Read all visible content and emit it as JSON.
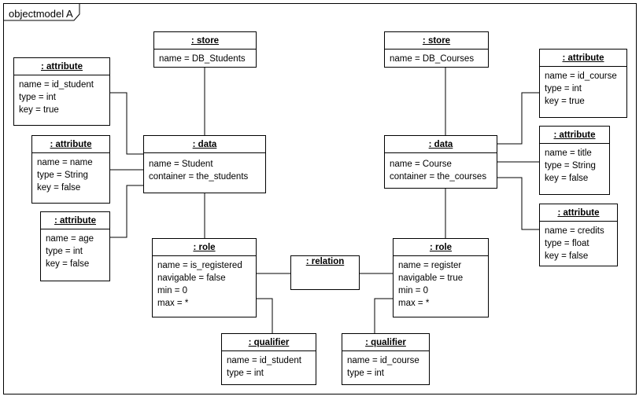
{
  "frame": {
    "title": "objectmodel A"
  },
  "objects": {
    "store_students": {
      "title": ": store",
      "lines": [
        "name = DB_Students"
      ]
    },
    "attr_id_student": {
      "title": ": attribute",
      "lines": [
        "name = id_student",
        "type = int",
        "key = true"
      ]
    },
    "attr_name": {
      "title": ": attribute",
      "lines": [
        "name = name",
        "type = String",
        "key = false"
      ]
    },
    "attr_age": {
      "title": ": attribute",
      "lines": [
        "name = age",
        "type = int",
        "key = false"
      ]
    },
    "data_student": {
      "title": ": data",
      "lines": [
        "name = Student",
        "container = the_students"
      ]
    },
    "role_is_registered": {
      "title": ": role",
      "lines": [
        "name = is_registered",
        "navigable = false",
        "min = 0",
        "max = *"
      ]
    },
    "qualifier_id_student": {
      "title": ": qualifier",
      "lines": [
        "name = id_student",
        "type = int"
      ]
    },
    "relation": {
      "title": ": relation"
    },
    "store_courses": {
      "title": ": store",
      "lines": [
        "name = DB_Courses"
      ]
    },
    "attr_id_course": {
      "title": ": attribute",
      "lines": [
        "name = id_course",
        "type = int",
        "key = true"
      ]
    },
    "attr_title": {
      "title": ": attribute",
      "lines": [
        "name = title",
        "type = String",
        "key = false"
      ]
    },
    "attr_credits": {
      "title": ": attribute",
      "lines": [
        "name = credits",
        "type = float",
        "key = false"
      ]
    },
    "data_course": {
      "title": ": data",
      "lines": [
        "name = Course",
        "container = the_courses"
      ]
    },
    "role_register": {
      "title": ": role",
      "lines": [
        "name = register",
        "navigable = true",
        "min = 0",
        "max = *"
      ]
    },
    "qualifier_id_course": {
      "title": ": qualifier",
      "lines": [
        "name = id_course",
        "type = int"
      ]
    }
  }
}
